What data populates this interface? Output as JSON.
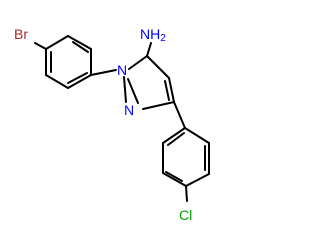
{
  "structure": {
    "atoms": {
      "bromine": "Br",
      "amine": "NH2",
      "ring_n1": "N",
      "ring_n2": "N",
      "chlorine": "Cl"
    },
    "colors": {
      "bond": "#000000",
      "bromine": "#a52a2a",
      "nitrogen": "#0000ff",
      "chlorine": "#00a000",
      "background": "#ffffff"
    }
  }
}
